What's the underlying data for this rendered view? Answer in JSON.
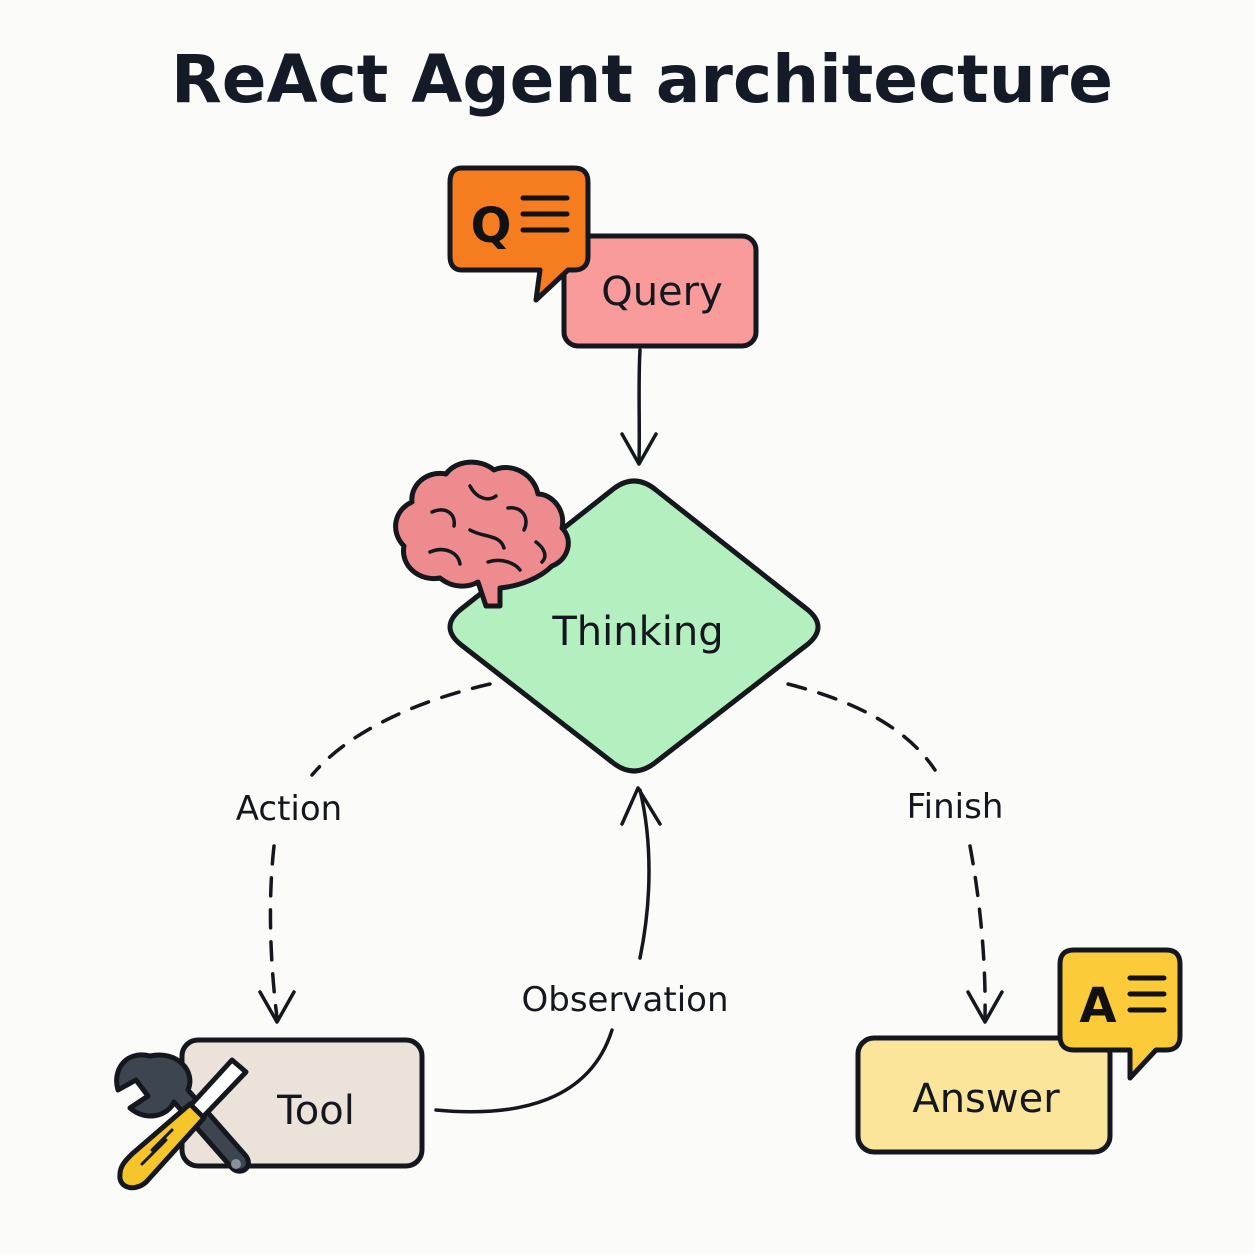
{
  "title": "ReAct Agent architecture",
  "nodes": {
    "query": {
      "label": "Query",
      "fill": "#f99b9b"
    },
    "thinking": {
      "label": "Thinking",
      "fill": "#b3efbf"
    },
    "tool": {
      "label": "Tool",
      "fill": "#ebe2da"
    },
    "answer": {
      "label": "Answer",
      "fill": "#fbe59a"
    }
  },
  "edges": {
    "action": "Action",
    "finish": "Finish",
    "observation": "Observation"
  },
  "icons": {
    "query": {
      "name": "query-chat-bubble-icon",
      "letter": "Q",
      "fill": "#f57c1f"
    },
    "answer": {
      "name": "answer-chat-bubble-icon",
      "letter": "A",
      "fill": "#fccb3a"
    },
    "thinking": {
      "name": "brain-icon",
      "fill": "#ee8b8e"
    },
    "tool": {
      "name": "wrench-and-screwdriver-icon",
      "handle_fill": "#f6c529",
      "wrench_fill": "#3d4550"
    }
  }
}
